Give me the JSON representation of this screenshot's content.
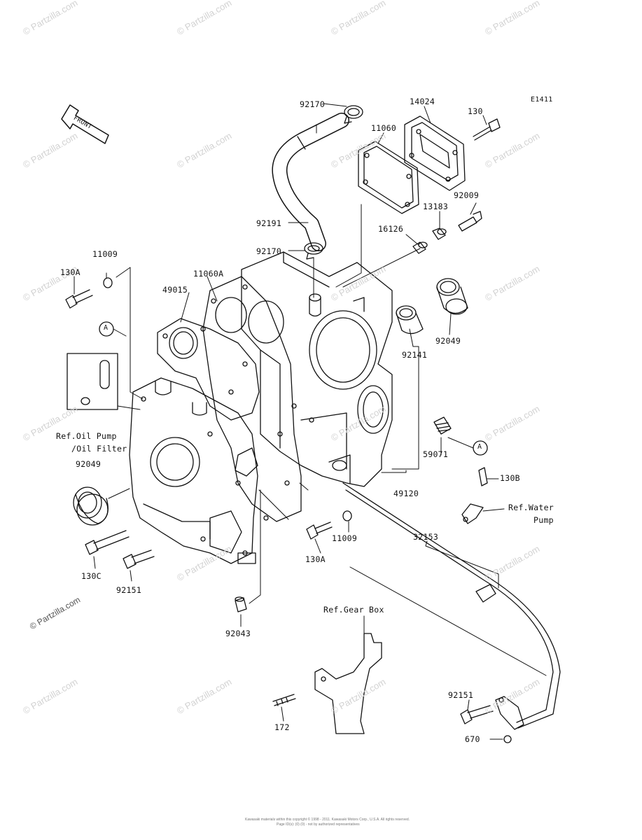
{
  "diagram_code": "E1411",
  "front_label": "FRONT",
  "circle_ref": "A",
  "watermark": "© Partzilla.com",
  "refs": {
    "oil_pump": "Ref.Oil Pump",
    "oil_filter": "/Oil Filter",
    "water_pump_1": "Ref.Water",
    "water_pump_2": "Pump",
    "gear_box": "Ref.Gear Box"
  },
  "parts": {
    "p92170_top": "92170",
    "p14024": "14024",
    "p130": "130",
    "p11060": "11060",
    "p92009": "92009",
    "p13183": "13183",
    "p92191": "92191",
    "p16126": "16126",
    "p92170_mid": "92170",
    "p11009_top": "11009",
    "p130A_top": "130A",
    "p11060A": "11060A",
    "p49015": "49015",
    "p92049_right": "92049",
    "p92141": "92141",
    "p59071": "59071",
    "p92049_left": "92049",
    "p49120": "49120",
    "p130B": "130B",
    "p32153": "32153",
    "p11009_bottom": "11009",
    "p130A_bottom": "130A",
    "p130C": "130C",
    "p92151_left": "92151",
    "p92043": "92043",
    "p172": "172",
    "p92151_right": "92151",
    "p670": "670"
  },
  "footer": {
    "line1": "Kawasaki materials within this copyright © 1998 - 2011. Kawasaki Motors Corp., U.S.A. All rights reserved.",
    "line2": "Page ID(s): (0) (0) - not by authorized representatives"
  }
}
